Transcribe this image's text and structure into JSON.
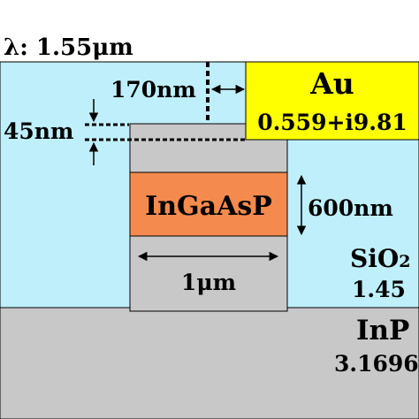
{
  "wavelength": "λ: 1.55μm",
  "materials": {
    "gold": {
      "name": "Au",
      "index": "0.559+i9.81"
    },
    "core": {
      "name": "InGaAsP"
    },
    "cladding": {
      "name": "SiO",
      "subscript": "2",
      "index": "1.45"
    },
    "substrate": {
      "name": "InP",
      "index": "3.1696"
    }
  },
  "dimensions": {
    "gap_horizontal": "170nm",
    "gap_vertical": "45nm",
    "core_height": "600nm",
    "core_width": "1μm"
  },
  "colors": {
    "sio2": "#bfeffa",
    "inp": "#c8c8c8",
    "ingaasp": "#f58a4e",
    "gold": "#ffff00",
    "outline": "#000000"
  }
}
